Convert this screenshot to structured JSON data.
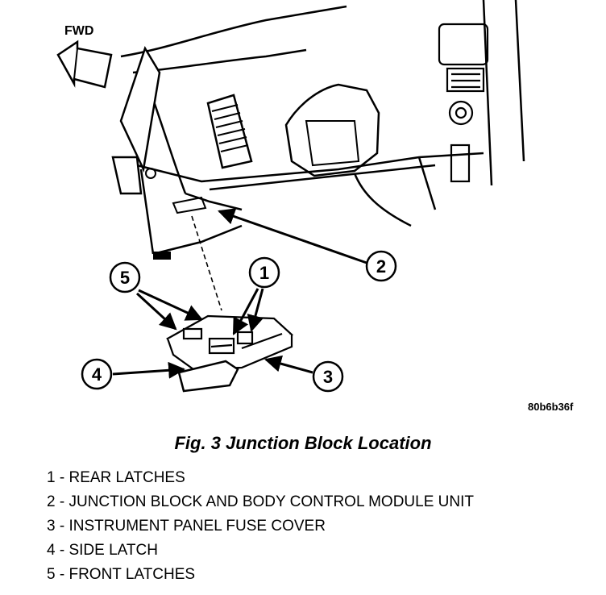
{
  "fwd_label": "FWD",
  "figure_code": "80b6b36f",
  "caption": "Fig. 3 Junction Block Location",
  "callouts": [
    "1",
    "2",
    "3",
    "4",
    "5"
  ],
  "legend": [
    {
      "num": "1",
      "text": "REAR LATCHES"
    },
    {
      "num": "2",
      "text": "JUNCTION BLOCK AND BODY CONTROL MODULE UNIT"
    },
    {
      "num": "3",
      "text": "INSTRUMENT PANEL FUSE COVER"
    },
    {
      "num": "4",
      "text": "SIDE LATCH"
    },
    {
      "num": "5",
      "text": "FRONT LATCHES"
    }
  ]
}
